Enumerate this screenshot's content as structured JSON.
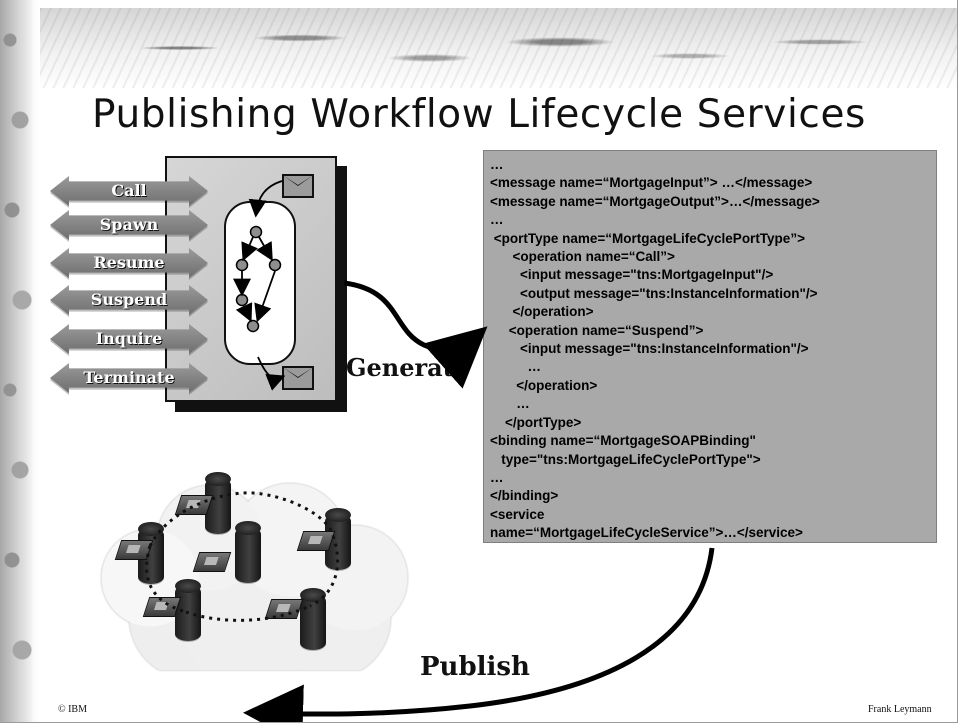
{
  "slide": {
    "title": "Publishing Workflow Lifecycle Services",
    "lifecycle_operations": [
      "Call",
      "Spawn",
      "Resume",
      "Suspend",
      "Inquire",
      "Terminate"
    ],
    "generate_label": "Generate",
    "publish_label": "Publish",
    "code_lines": [
      "…",
      "<message name=“MortgageInput”> …</message>",
      "<message name=“MortgageOutput”>…</message>",
      "…",
      " <portType name=“MortgageLifeCyclePortType”>",
      "      <operation name=“Call”>",
      "        <input message=\"tns:MortgageInput\"/>",
      "        <output message=\"tns:InstanceInformation\"/>",
      "      </operation>",
      "     <operation name=“Suspend”>",
      "        <input message=\"tns:InstanceInformation\"/>",
      "          …",
      "       </operation>",
      "       …",
      "    </portType>",
      "<binding name=“MortgageSOAPBinding\"",
      "   type=\"tns:MortgageLifeCyclePortType\">",
      "…",
      "</binding>",
      "<service",
      "name=“MortgageLifeCycleService”>…</service>"
    ],
    "footer_left": "© IBM",
    "footer_right": "Frank Leymann"
  },
  "colors": {
    "code_box_bg": "#a9a9a9",
    "process_box_bg": "#c9c9c9",
    "arrow_fill": "#7a7a7a"
  },
  "icons": {
    "message_icon": "envelope-icon",
    "database_icon": "cylinder-icon",
    "computer_icon": "computer-icon"
  }
}
